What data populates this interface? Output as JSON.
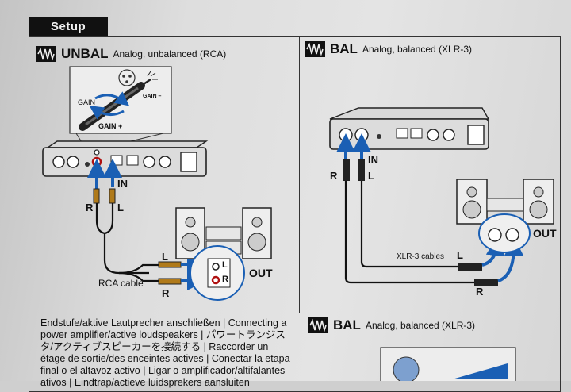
{
  "header": {
    "section_tab": "Setup"
  },
  "unbal": {
    "mode": "UNBAL",
    "description": "Analog, unbalanced (RCA)",
    "gain_label": "GAIN",
    "gain_minus": "GAIN –",
    "gain_plus": "GAIN +",
    "in_label": "IN",
    "r_label": "R",
    "l_label": "L",
    "cable_label": "RCA cable",
    "out_label": "OUT",
    "plug_l": "L",
    "plug_r": "R",
    "socket_l": "L",
    "socket_r": "R"
  },
  "bal_top": {
    "mode": "BAL",
    "description": "Analog, balanced (XLR-3)",
    "in_label": "IN",
    "r_label": "R",
    "l_label": "L",
    "cable_label": "XLR-3 cables",
    "cable_l": "L",
    "cable_r": "R",
    "out_label": "OUT"
  },
  "bal_bottom": {
    "mode": "BAL",
    "description": "Analog, balanced (XLR-3)"
  },
  "instructions": "Endstufe/aktive Lautprecher anschließen | Connecting a power amplifier/active loudspeakers | パワートランジスタ/アクティブスピーカーを接続する | Raccorder un étage de sortie/des enceintes actives | Conectar la etapa final o el altavoz activo | Ligar o amplificador/altifalantes ativos | Eindtrap/actieve luidsprekers aansluiten",
  "colors": {
    "accent_blue": "#1a5fb4",
    "rca_red": "#b01010",
    "tab_background": "#111111"
  },
  "icons": [
    "waveform-icon",
    "screwdriver-icon",
    "arrow-icon",
    "speaker-icon"
  ]
}
